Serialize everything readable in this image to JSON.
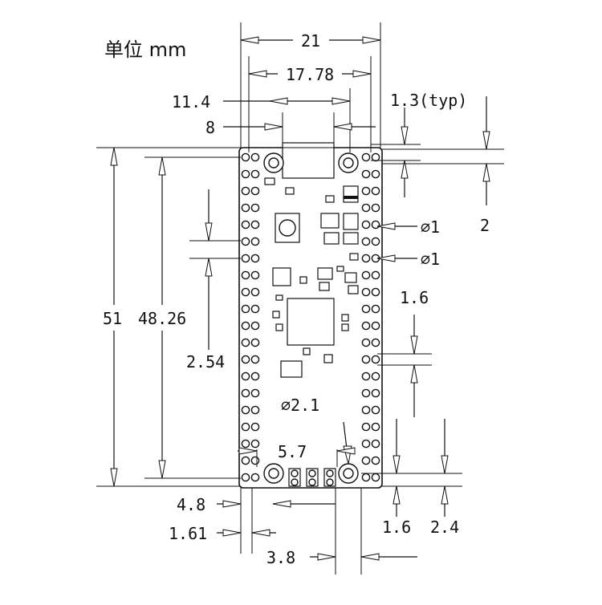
{
  "unit_label": "单位 mm",
  "dimensions": {
    "overall_width": "21",
    "pin_row_spacing": "17.78",
    "inner_11_4": "11.4",
    "usb_width": "8",
    "pad_size_typ": "1.3(typ)",
    "top_offset": "2",
    "hole_d1_a": "∅1",
    "hole_d1_b": "∅1",
    "overall_length": "51",
    "pin_span": "48.26",
    "pin_pitch": "2.54",
    "pad_gap": "1.6",
    "mount_hole": "∅2.1",
    "debug_span": "5.7",
    "bottom_left_4_8": "4.8",
    "bottom_left_1_61": "1.61",
    "bottom_3_8": "3.8",
    "bottom_right_1_6": "1.6",
    "bottom_right_2_4": "2.4"
  }
}
